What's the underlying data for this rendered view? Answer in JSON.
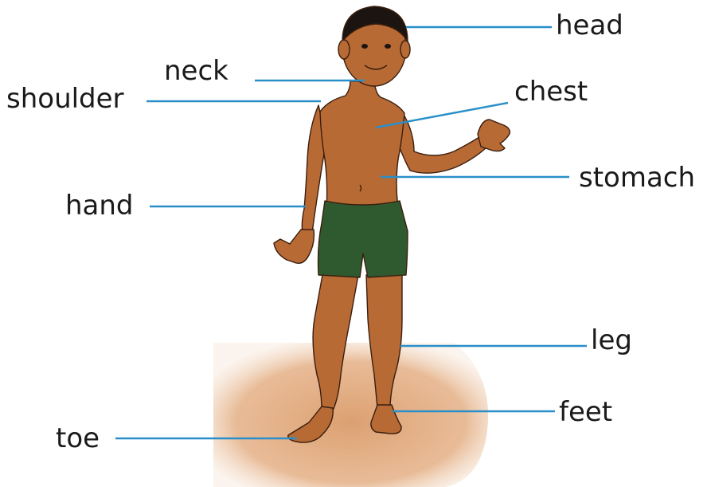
{
  "diagram": {
    "line_color": "#2a8fc9",
    "ground_color": "#e4a878",
    "skin_color": "#b86a35",
    "shorts_color": "#2f5a2f",
    "hair_color": "#1b1410",
    "labels": {
      "head": "head",
      "neck": "neck",
      "shoulder": "shoulder",
      "chest": "chest",
      "stomach": "stomach",
      "hand": "hand",
      "leg": "leg",
      "feet": "feet",
      "toe": "toe"
    }
  }
}
